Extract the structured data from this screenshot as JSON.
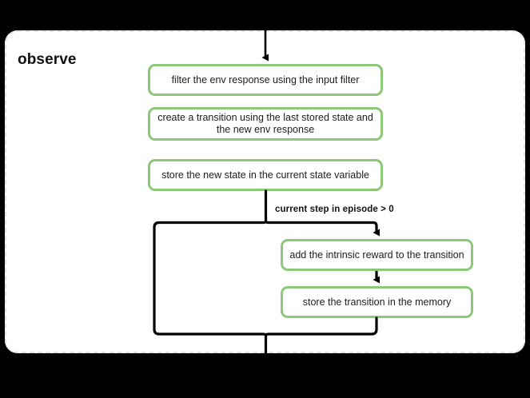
{
  "diagram": {
    "title": "observe",
    "background_color": "#000000",
    "container_color": "#ffffff",
    "node_border_color": "#8cc878",
    "connector_color": "#000000",
    "nodes": [
      {
        "id": "filter",
        "label": "filter the env response using the input filter"
      },
      {
        "id": "create",
        "label": "create a transition using the last stored state and the new env response"
      },
      {
        "id": "store_state",
        "label": "store the new state in the current state variable"
      },
      {
        "id": "intrinsic",
        "label": "add the intrinsic reward to the transition"
      },
      {
        "id": "store_memory",
        "label": "store the transition in the memory"
      }
    ],
    "edges": [
      {
        "id": "entry",
        "label": ""
      },
      {
        "id": "branch",
        "label": "current step in episode > 0"
      },
      {
        "id": "bypass",
        "label": ""
      },
      {
        "id": "merge",
        "label": ""
      },
      {
        "id": "exit",
        "label": ""
      }
    ],
    "condition_label": "current step in episode > 0"
  }
}
